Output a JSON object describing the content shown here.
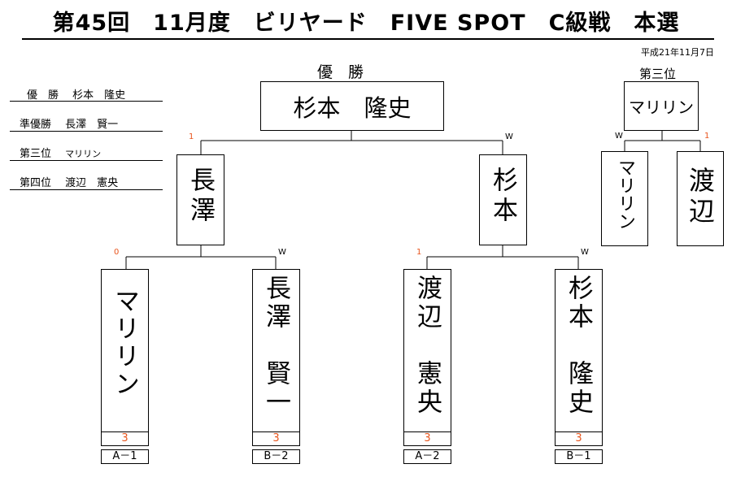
{
  "title": "第45回　11月度　ビリヤード　FIVE SPOT　C級戦　本選",
  "date": "平成21年11月7日",
  "results": [
    {
      "rank": "優　勝",
      "name": "杉本　隆史"
    },
    {
      "rank": "準優勝",
      "name": "長澤　賢一"
    },
    {
      "rank": "第三位",
      "name": "マリリン"
    },
    {
      "rank": "第四位",
      "name": "渡辺　憲央"
    }
  ],
  "champion": {
    "heading": "優　勝",
    "name": "杉本　隆史"
  },
  "third_place": {
    "heading": "第三位",
    "name": "マリリン",
    "left": {
      "name": "マリリン",
      "score": "W"
    },
    "right": {
      "name": "渡辺",
      "score": "1"
    }
  },
  "semifinal": [
    {
      "name": "長澤",
      "score": "1"
    },
    {
      "name": "杉本",
      "score": "W"
    }
  ],
  "first_round": [
    {
      "name": "マリリン",
      "score": "0",
      "points": "3",
      "seed": "A－1"
    },
    {
      "name": "長澤　賢一",
      "score": "W",
      "points": "3",
      "seed": "B－2"
    },
    {
      "name": "渡辺　憲央",
      "score": "1",
      "points": "3",
      "seed": "A－2"
    },
    {
      "name": "杉本　隆史",
      "score": "W",
      "points": "3",
      "seed": "B－1"
    }
  ],
  "colors": {
    "score_red": "#e8551d",
    "line": "#000000"
  }
}
